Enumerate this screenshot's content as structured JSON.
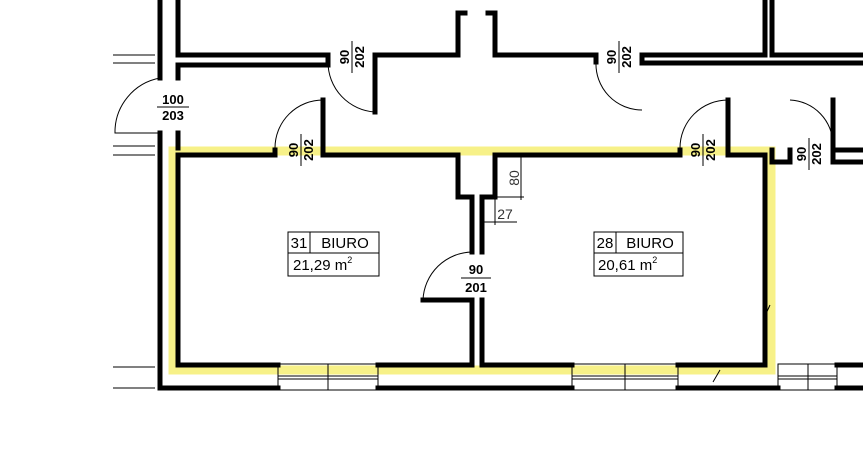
{
  "colors": {
    "highlight": "#f5ee6a",
    "wall": "#000000"
  },
  "doors": {
    "entry": {
      "width": "100",
      "height": "203"
    },
    "corridor_left": {
      "width": "90",
      "height": "202"
    },
    "corridor_right": {
      "width": "90",
      "height": "202"
    },
    "room31": {
      "width": "90",
      "height": "202"
    },
    "room28": {
      "width": "90",
      "height": "202"
    },
    "next_room": {
      "width": "90",
      "height": "202"
    },
    "connecting": {
      "width": "90",
      "height": "201"
    }
  },
  "dimensions": {
    "shaft_depth": "80",
    "shaft_width": "27"
  },
  "rooms": [
    {
      "number": "31",
      "name": "BIURO",
      "area": "21,29 m",
      "unit_sup": "2"
    },
    {
      "number": "28",
      "name": "BIURO",
      "area": "20,61 m",
      "unit_sup": "2"
    }
  ]
}
